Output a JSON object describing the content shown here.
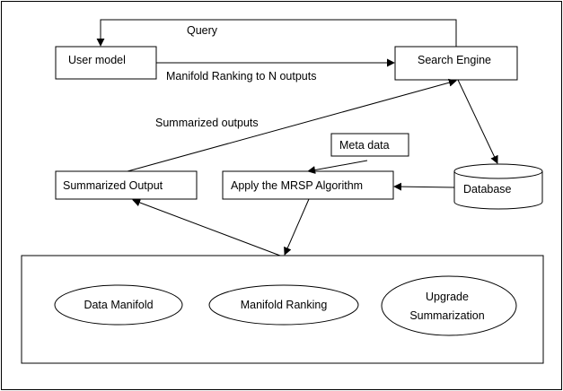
{
  "nodes": {
    "user_model": "User model",
    "search_engine": "Search Engine",
    "meta_data": "Meta data",
    "summarized_output": "Summarized Output",
    "apply_mrsp": "Apply the MRSP Algorithm",
    "database": "Database",
    "data_manifold": "Data Manifold",
    "manifold_ranking": "Manifold Ranking",
    "upgrade_summarization": [
      "Upgrade",
      "Summarization"
    ]
  },
  "edge_labels": {
    "query": "Query",
    "manifold_ranking_n_outputs": "Manifold Ranking to N outputs",
    "summarized_outputs": "Summarized outputs"
  },
  "colors": {
    "stroke": "#000000",
    "background": "#ffffff"
  }
}
